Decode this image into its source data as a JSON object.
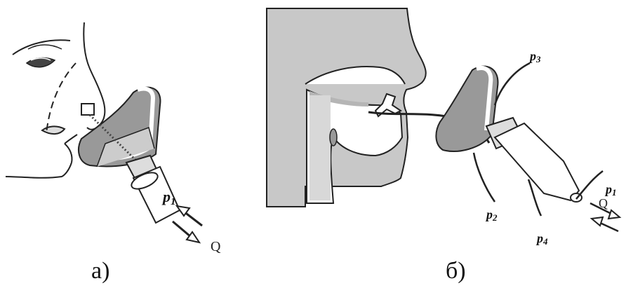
{
  "panel_a": {
    "caption": "а)",
    "labels": {
      "p1": "p",
      "p1_sub": "1",
      "q": "Q"
    }
  },
  "panel_b": {
    "caption": "б)",
    "labels": {
      "p1": "p",
      "p1_sub": "1",
      "p2": "p",
      "p2_sub": "2",
      "p3": "p",
      "p3_sub": "3",
      "p4": "p",
      "p4_sub": "4",
      "q": "Q"
    }
  }
}
